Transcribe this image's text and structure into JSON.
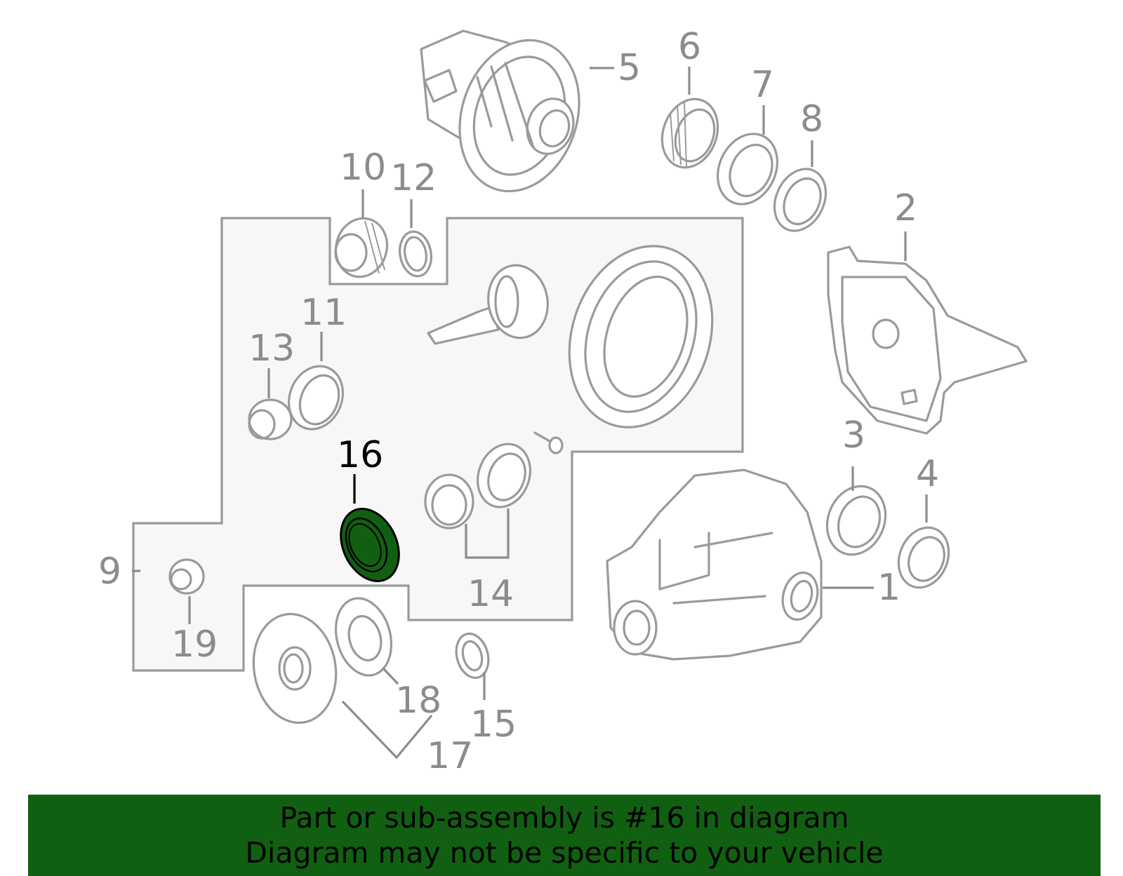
{
  "diagram": {
    "highlighted_part": "16",
    "highlight_color": "#116011",
    "callouts": {
      "c1": "1",
      "c2": "2",
      "c3": "3",
      "c4": "4",
      "c5": "5",
      "c6": "6",
      "c7": "7",
      "c8": "8",
      "c9": "9",
      "c10": "10",
      "c11": "11",
      "c12": "12",
      "c13": "13",
      "c14": "14",
      "c15": "15",
      "c16": "16",
      "c17": "17",
      "c18": "18",
      "c19": "19"
    }
  },
  "banner": {
    "line1": "Part or sub-assembly is #16 in diagram",
    "line2": "Diagram may not be specific to your vehicle",
    "background": "#116011"
  }
}
